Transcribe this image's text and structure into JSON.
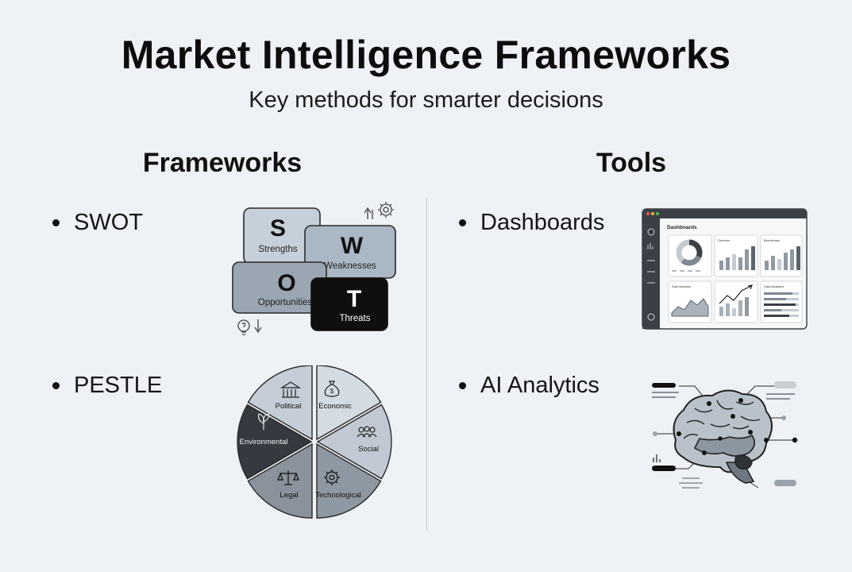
{
  "header": {
    "title": "Market Intelligence Frameworks",
    "subtitle": "Key methods for smarter decisions"
  },
  "columns": {
    "left_heading": "Frameworks",
    "right_heading": "Tools"
  },
  "frameworks": [
    {
      "label": "SWOT"
    },
    {
      "label": "PESTLE"
    }
  ],
  "tools": [
    {
      "label": "Dashboards"
    },
    {
      "label": "AI Analytics"
    }
  ],
  "swot": {
    "s": {
      "letter": "S",
      "label": "Strengths"
    },
    "w": {
      "letter": "W",
      "label": "Weaknesses"
    },
    "o": {
      "letter": "O",
      "label": "Opportunities"
    },
    "t": {
      "letter": "T",
      "label": "Threats"
    }
  },
  "pestle": {
    "political": "Political",
    "economic": "Economic",
    "social": "Social",
    "technological": "Technological",
    "legal": "Legal",
    "environmental": "Environmental"
  },
  "dashboard": {
    "title": "Dashboards",
    "panel_titles": [
      "Decision",
      "Benchmark",
      "Sale situation",
      "Data Analytics"
    ]
  },
  "colors": {
    "background": "#eef1f5",
    "swot_s": "#c6d0db",
    "swot_w": "#aab7c5",
    "swot_o": "#9aa6b2",
    "swot_t": "#0f0f0f",
    "pestle_dark": "#343a40",
    "pestle_light": "#c5ced8"
  }
}
